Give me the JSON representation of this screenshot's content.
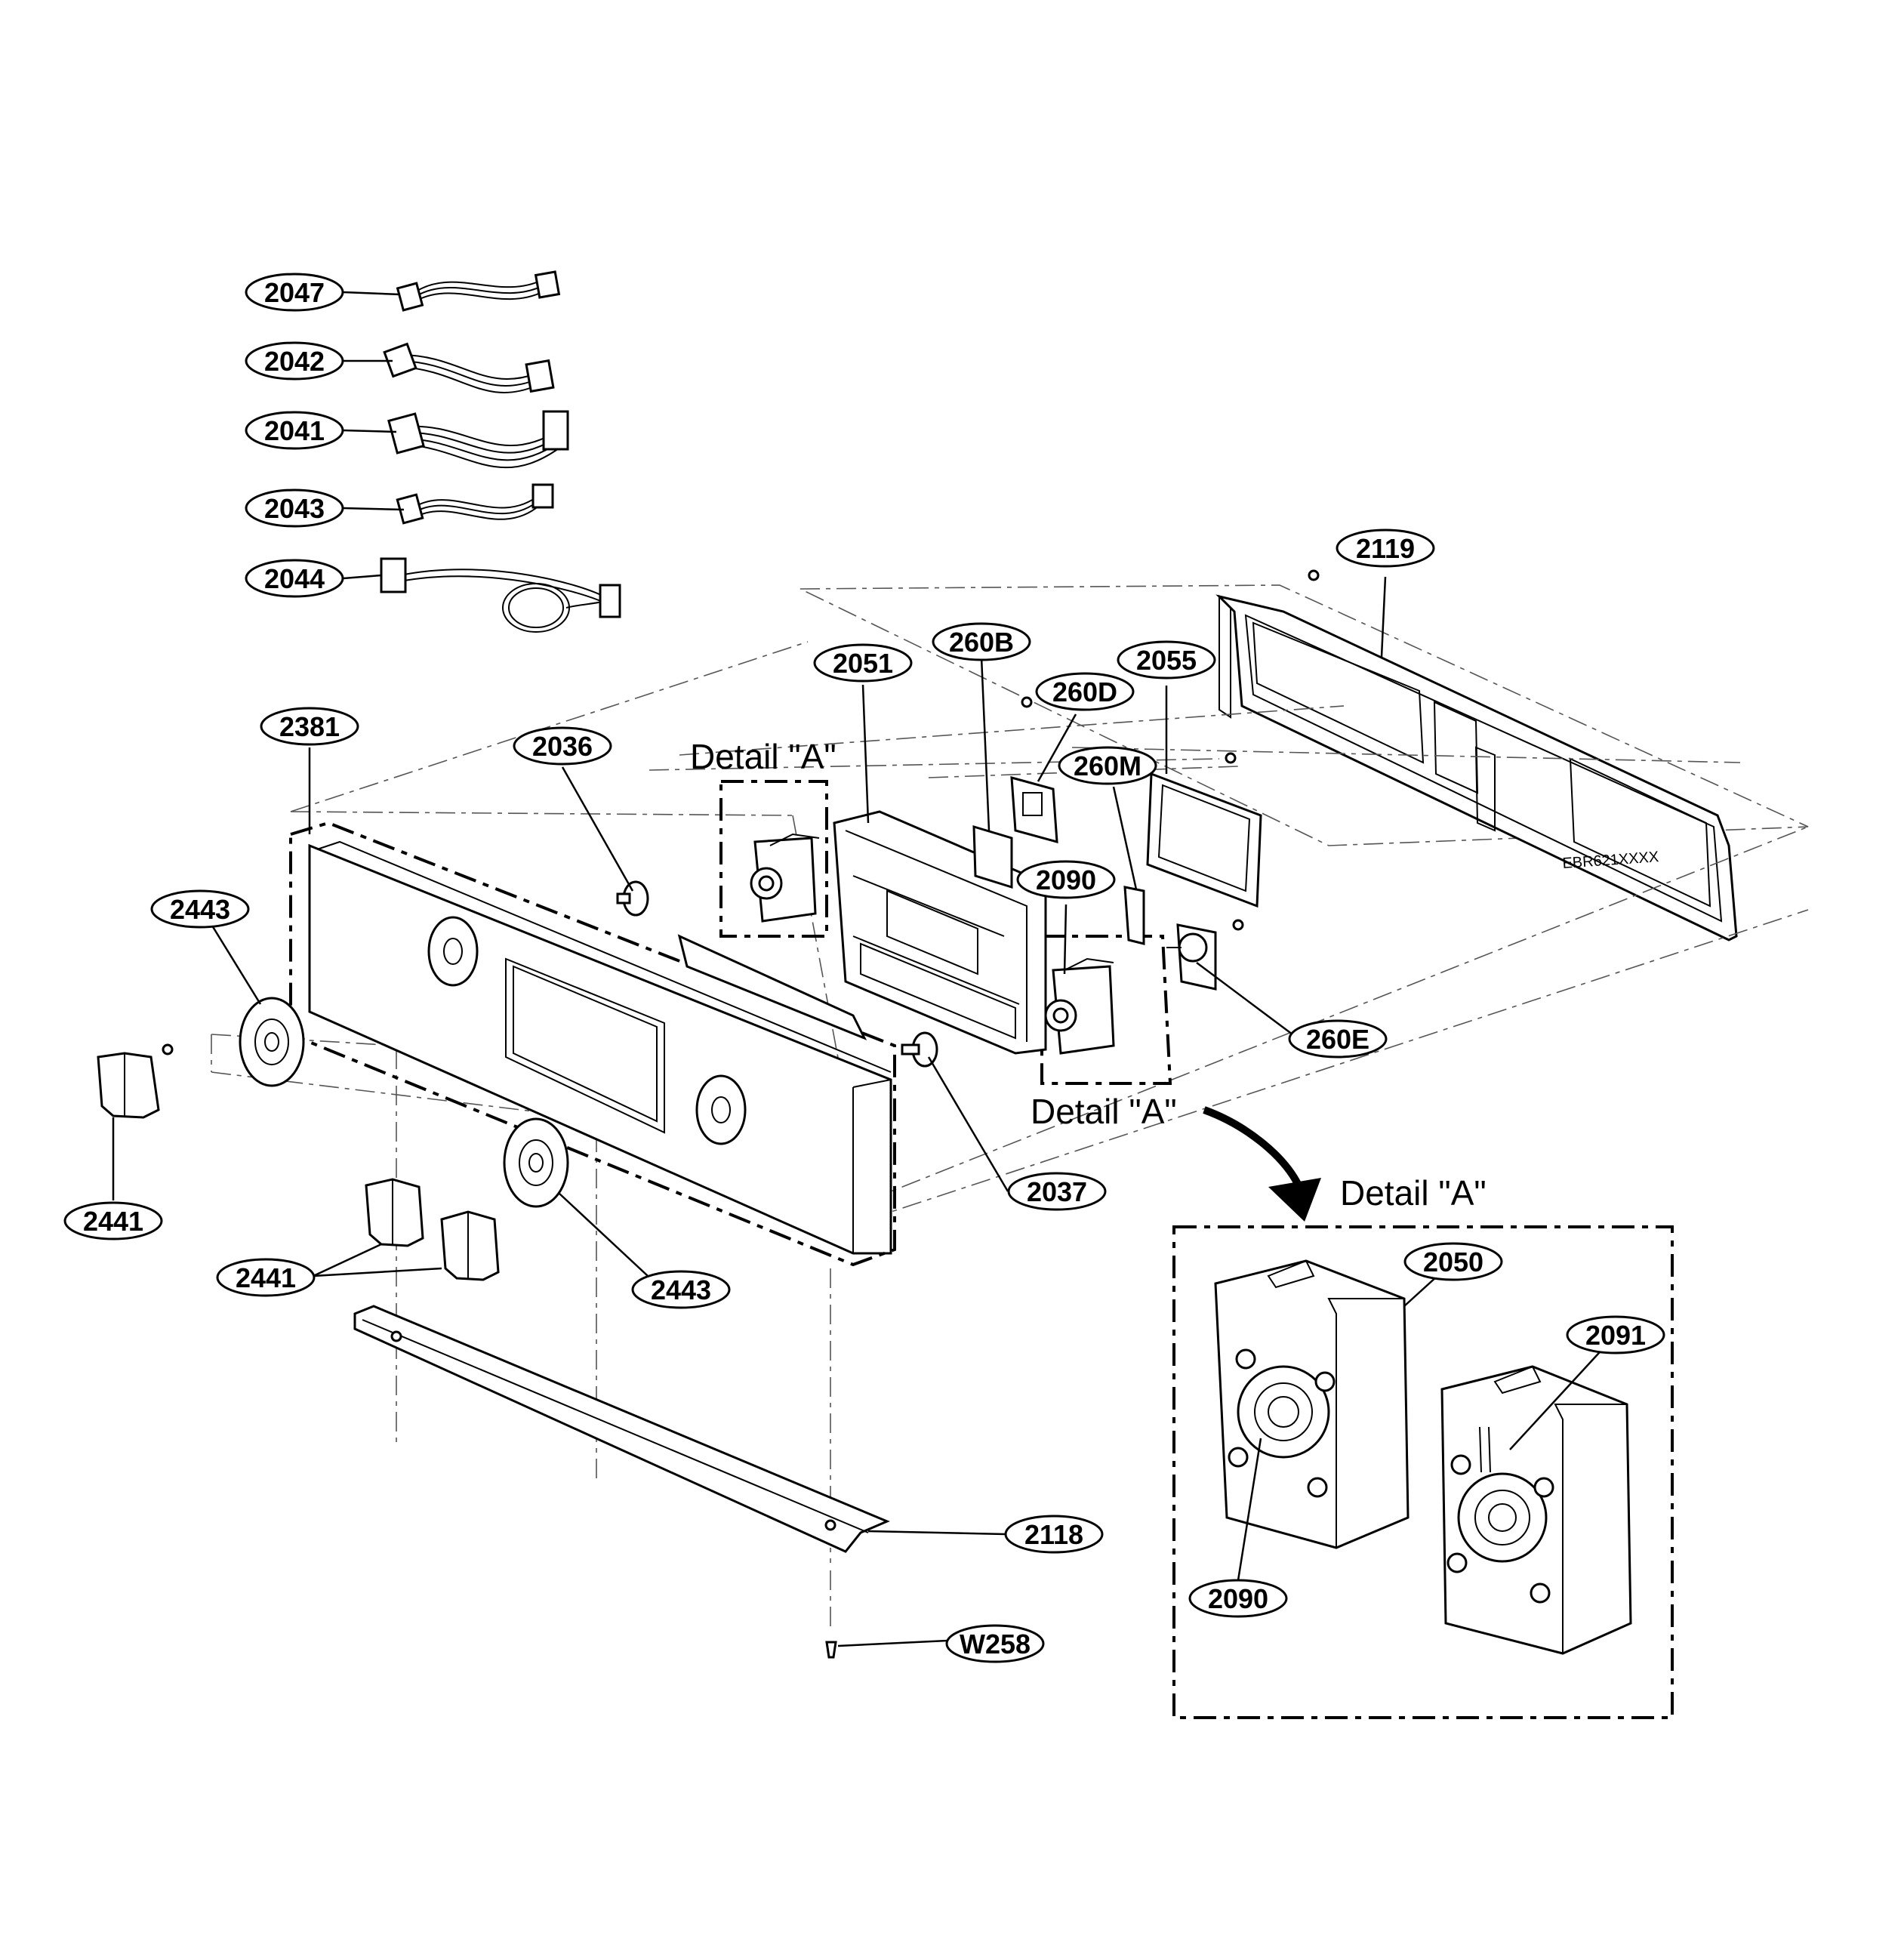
{
  "callouts": {
    "c2047": "2047",
    "c2042": "2042",
    "c2041": "2041",
    "c2043": "2043",
    "c2044": "2044",
    "c2119": "2119",
    "c2051": "2051",
    "c260B": "260B",
    "c2055": "2055",
    "c260D": "260D",
    "c2381": "2381",
    "c2036": "2036",
    "c260M": "260M",
    "c2443a": "2443",
    "c2090a": "2090",
    "c260E": "260E",
    "c2037": "2037",
    "c2441a": "2441",
    "c2441b": "2441",
    "c2443b": "2443",
    "c2050": "2050",
    "c2091": "2091",
    "c2090b": "2090",
    "c2118": "2118",
    "cW258": "W258"
  },
  "detail_labels": {
    "top": "Detail \"A\"",
    "mid": "Detail \"A\"",
    "box": "Detail \"A\""
  },
  "board_marking": "EBR621XXXX"
}
